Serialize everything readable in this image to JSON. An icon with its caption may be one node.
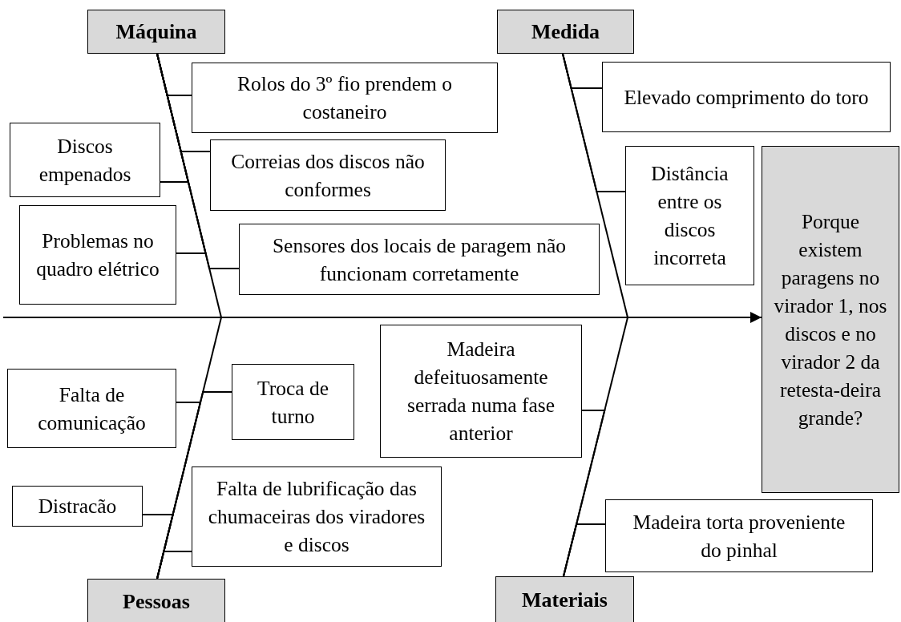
{
  "diagram": {
    "nodes": [
      {
        "text": [
          "Máquina"
        ]
      },
      {
        "text": [
          "Rolos do 3º fio prendem o costaneiro"
        ]
      },
      {
        "text": [
          "Discos empenados"
        ]
      },
      {
        "text": [
          "Correias dos discos não conformes"
        ]
      },
      {
        "text": [
          "Problemas no quadro elétrico"
        ]
      },
      {
        "text": [
          "Sensores dos locais de paragem não funcionam corretamente"
        ]
      },
      {
        "text": [
          "Medida"
        ]
      },
      {
        "text": [
          "Elevado comprimento do toro"
        ]
      },
      {
        "text": [
          "Distância entre os discos incorreta"
        ]
      },
      {
        "text": [
          "Porque existem paragens no virador 1, nos discos e no virador 2 da retesta-deira grande?"
        ]
      },
      {
        "text": [
          "Falta de comunicação"
        ]
      },
      {
        "text": [
          "Troca de turno"
        ]
      },
      {
        "text": [
          "Madeira defeituosamente serrada numa fase anterior"
        ]
      },
      {
        "text": [
          "Distracão"
        ]
      },
      {
        "text": [
          "Falta de lubrificação das chumaceiras dos viradores e discos"
        ]
      },
      {
        "text": [
          "Madeira torta proveniente do pinhal"
        ]
      },
      {
        "text": [
          "Pessoas"
        ]
      },
      {
        "text": [
          "Materiais"
        ]
      }
    ],
    "edges": [
      {
        "from": null,
        "to": 9,
        "arrow": "to"
      },
      {
        "from": 0,
        "to": null,
        "arrow": "none"
      },
      {
        "from": 6,
        "to": null,
        "arrow": "none"
      },
      {
        "from": 16,
        "to": null,
        "arrow": "none"
      },
      {
        "from": 17,
        "to": null,
        "arrow": "none"
      },
      {
        "from": 1,
        "to": 0,
        "arrow": "none"
      },
      {
        "from": 2,
        "to": 0,
        "arrow": "none"
      },
      {
        "from": 3,
        "to": 0,
        "arrow": "none"
      },
      {
        "from": 4,
        "to": 0,
        "arrow": "none"
      },
      {
        "from": 5,
        "to": 0,
        "arrow": "none"
      },
      {
        "from": 7,
        "to": 6,
        "arrow": "none"
      },
      {
        "from": 8,
        "to": 6,
        "arrow": "none"
      },
      {
        "from": 10,
        "to": 16,
        "arrow": "none"
      },
      {
        "from": 11,
        "to": 16,
        "arrow": "none"
      },
      {
        "from": 13,
        "to": 16,
        "arrow": "none"
      },
      {
        "from": 14,
        "to": 16,
        "arrow": "none"
      },
      {
        "from": 12,
        "to": 17,
        "arrow": "none"
      },
      {
        "from": 15,
        "to": 17,
        "arrow": "none"
      }
    ]
  }
}
